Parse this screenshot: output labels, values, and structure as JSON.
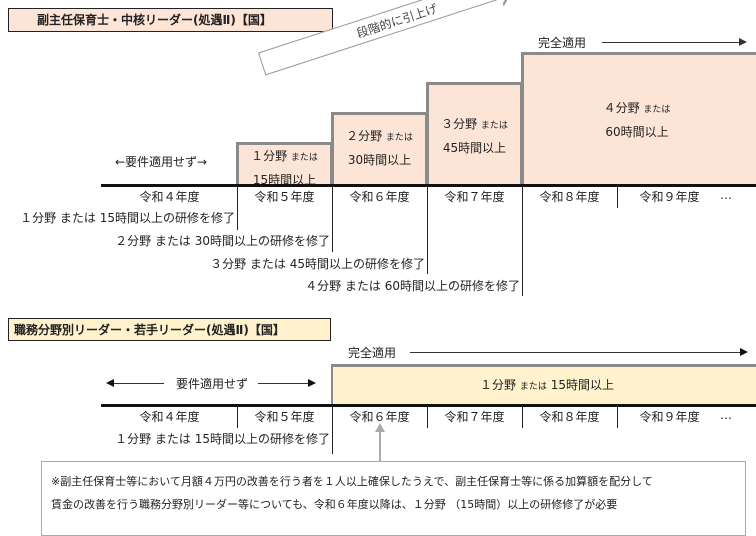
{
  "top": {
    "title": "副主任保育士・中核リーダー(処遇Ⅱ)【国】",
    "ramp_label": "段階的に引上げ",
    "full": "完全適用",
    "not_applied": "←要件適用せず→",
    "years": [
      "令和４年度",
      "令和５年度",
      "令和６年度",
      "令和７年度",
      "令和８年度",
      "令和９年度"
    ],
    "ellipsis": "…",
    "steps": [
      {
        "a": "１分野",
        "or": "または",
        "b": "15時間以上"
      },
      {
        "a": "２分野",
        "or": "または",
        "b": "30時間以上"
      },
      {
        "a": "３分野",
        "or": "または",
        "b": "45時間以上"
      },
      {
        "a": "４分野",
        "or": "または",
        "b": "60時間以上"
      }
    ],
    "notes": [
      "１分野 または 15時間以上の研修を修了",
      "２分野 または 30時間以上の研修を修了",
      "３分野 または 45時間以上の研修を修了",
      "４分野 または 60時間以上の研修を修了"
    ]
  },
  "bottom": {
    "title": "職務分野別リーダー・若手リーダー(処遇Ⅱ)【国】",
    "full": "完全適用",
    "not_applied": "要件適用せず",
    "req_a": "１分野",
    "req_or": "または",
    "req_b": "15時間以上",
    "years": [
      "令和４年度",
      "令和５年度",
      "令和６年度",
      "令和７年度",
      "令和８年度",
      "令和９年度"
    ],
    "ellipsis": "…",
    "note": "１分野 または 15時間以上の研修を修了",
    "footnote": [
      "※副主任保育士等において月額４万円の改善を行う者を１人以上確保したうえで、副主任保育士等に係る加算額を配分して",
      "賃金の改善を行う職務分野別リーダー等についても、令和６年度以降は、１分野 （15時間）以上の研修修了が必要"
    ]
  }
}
